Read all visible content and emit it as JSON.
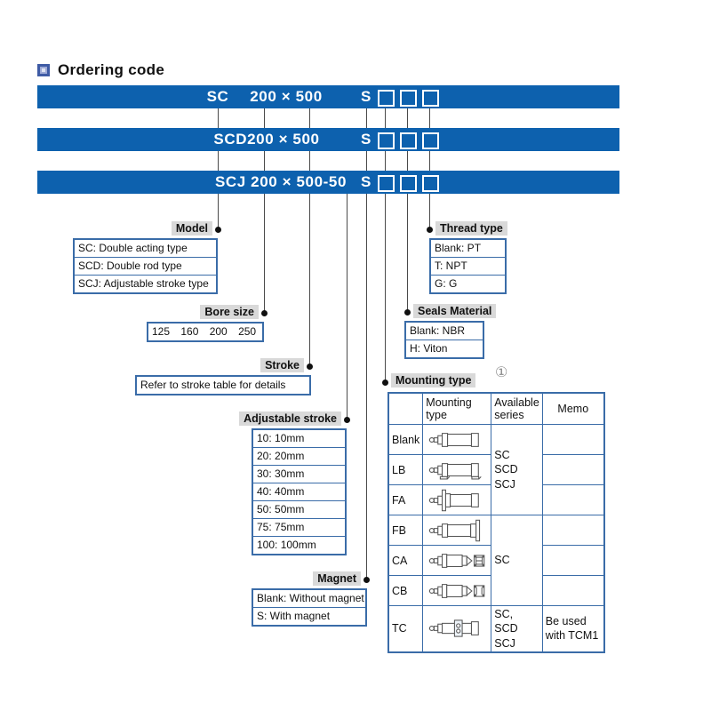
{
  "title": "Ordering code",
  "bars": [
    {
      "parts": [
        "SC",
        "200 × 500",
        "S"
      ]
    },
    {
      "parts": [
        "SCD200 × 500",
        "S"
      ]
    },
    {
      "parts": [
        "SCJ 200 × 500-50",
        "S"
      ]
    }
  ],
  "callouts": {
    "model": {
      "label": "Model",
      "rows": [
        "SC: Double acting type",
        "SCD: Double rod type",
        "SCJ: Adjustable stroke type"
      ]
    },
    "bore": {
      "label": "Bore size",
      "rows": [
        "125 160 200 250"
      ]
    },
    "stroke": {
      "label": "Stroke",
      "rows": [
        "Refer to stroke table for details"
      ]
    },
    "adjustable": {
      "label": "Adjustable stroke",
      "rows": [
        "10: 10mm",
        "20: 20mm",
        "30: 30mm",
        "40: 40mm",
        "50: 50mm",
        "75: 75mm",
        "100: 100mm"
      ]
    },
    "magnet": {
      "label": "Magnet",
      "rows": [
        "Blank: Without magnet",
        "S: With magnet"
      ]
    },
    "seals": {
      "label": "Seals Material",
      "rows": [
        "Blank: NBR",
        "H: Viton"
      ]
    },
    "thread": {
      "label": "Thread type",
      "rows": [
        "Blank: PT",
        "T: NPT",
        "G: G"
      ]
    },
    "mounting": {
      "label": "Mounting type",
      "note": "①"
    }
  },
  "mounting_table": {
    "headers": {
      "code": "",
      "type": "Mounting type",
      "series": "Available series",
      "memo": "Memo"
    },
    "rows": [
      {
        "code": "Blank"
      },
      {
        "code": "LB"
      },
      {
        "code": "FA"
      },
      {
        "code": "FB"
      },
      {
        "code": "CA"
      },
      {
        "code": "CB"
      },
      {
        "code": "TC"
      }
    ],
    "series_groups": [
      "SC\nSCD\nSCJ",
      "SC",
      "SC, SCD\nSCJ"
    ],
    "memo_tc": "Be used\nwith TCM1"
  },
  "colors": {
    "bar_blue": "#0d61ae",
    "table_border": "#3a6ca8",
    "label_bg": "#d9d9d9",
    "line": "#4a4a4a"
  }
}
